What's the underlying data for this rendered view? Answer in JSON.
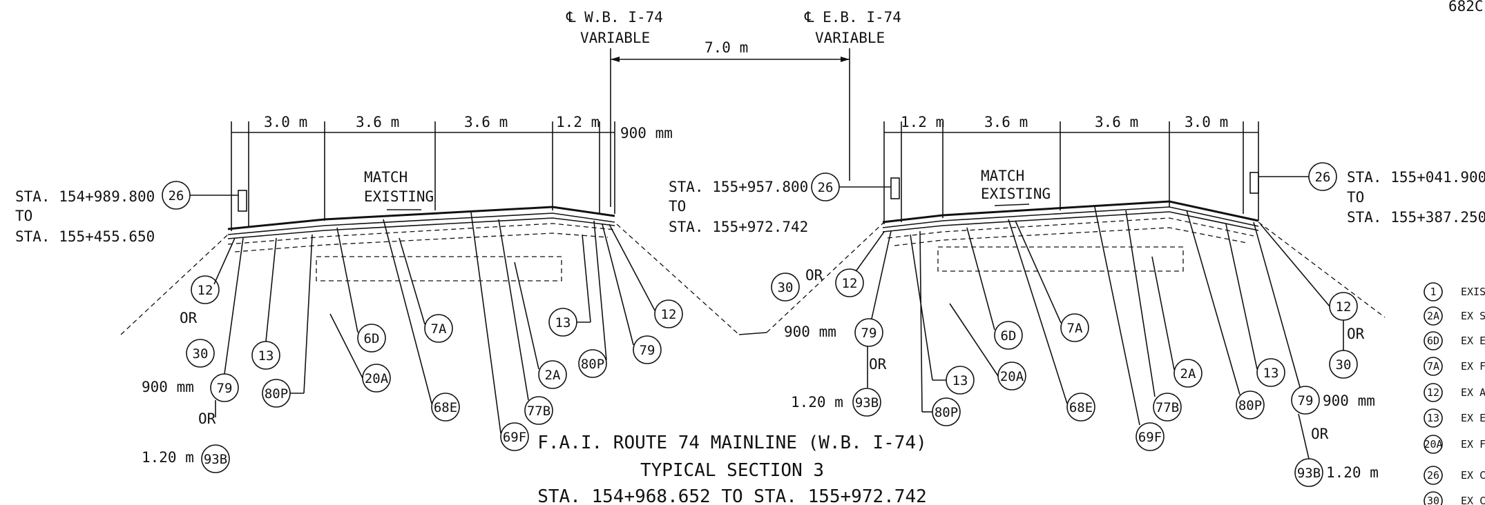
{
  "sheet_number": "682C",
  "centerlines": {
    "wb_label": "℄ W.B. I-74",
    "wb_sub": "VARIABLE",
    "eb_label": "℄ E.B. I-74",
    "eb_sub": "VARIABLE",
    "median_width": "7.0 m"
  },
  "left_section": {
    "dimensions": [
      "3.0 m",
      "3.6 m",
      "3.6 m",
      "1.2 m",
      "900 mm"
    ],
    "sta_from": "STA. 154+989.800",
    "to": "TO",
    "sta_to": "STA. 155+455.650",
    "match_line1": "MATCH",
    "match_line2": "EXISTING",
    "callouts": [
      "26",
      "12",
      "OR",
      "30",
      "900 mm",
      "79",
      "OR",
      "1.20 m",
      "93B",
      "13",
      "80P",
      "6D",
      "20A",
      "68E",
      "7A",
      "69F",
      "77B",
      "2A",
      "13",
      "80P",
      "12",
      "79"
    ]
  },
  "median": {
    "sta_from": "STA. 155+957.800",
    "to": "TO",
    "sta_to": "STA. 155+972.742",
    "callout": "26"
  },
  "right_section": {
    "dimensions": [
      "1.2 m",
      "3.6 m",
      "3.6 m",
      "3.0 m"
    ],
    "sta_from": "STA. 155+041.900",
    "to": "TO",
    "sta_to": "STA. 155+387.250",
    "match_line1": "MATCH",
    "match_line2": "EXISTING",
    "callouts": [
      "26",
      "30",
      "OR",
      "12",
      "900 mm",
      "79",
      "OR",
      "1.20 m",
      "93B",
      "13",
      "80P",
      "20A",
      "6D",
      "7A",
      "68E",
      "77B",
      "69F",
      "2A",
      "80P",
      "13",
      "12",
      "OR",
      "30",
      "79",
      "900 mm",
      "OR",
      "93B",
      "1.20 m"
    ]
  },
  "title": {
    "line1": "F.A.I. ROUTE 74 MAINLINE (W.B. I-74)",
    "line2": "TYPICAL SECTION 3",
    "line3": "STA. 154+968.652 TO STA. 155+972.742"
  },
  "legend": [
    {
      "key": "1",
      "text": "EXIS"
    },
    {
      "key": "2A",
      "text": "EX S"
    },
    {
      "key": "6D",
      "text": "EX E"
    },
    {
      "key": "7A",
      "text": "EX F"
    },
    {
      "key": "12",
      "text": "EX A"
    },
    {
      "key": "13",
      "text": "EX E"
    },
    {
      "key": "20A",
      "text": "EX F"
    },
    {
      "key": "26",
      "text": "EX C"
    },
    {
      "key": "30",
      "text": "EX C"
    }
  ]
}
